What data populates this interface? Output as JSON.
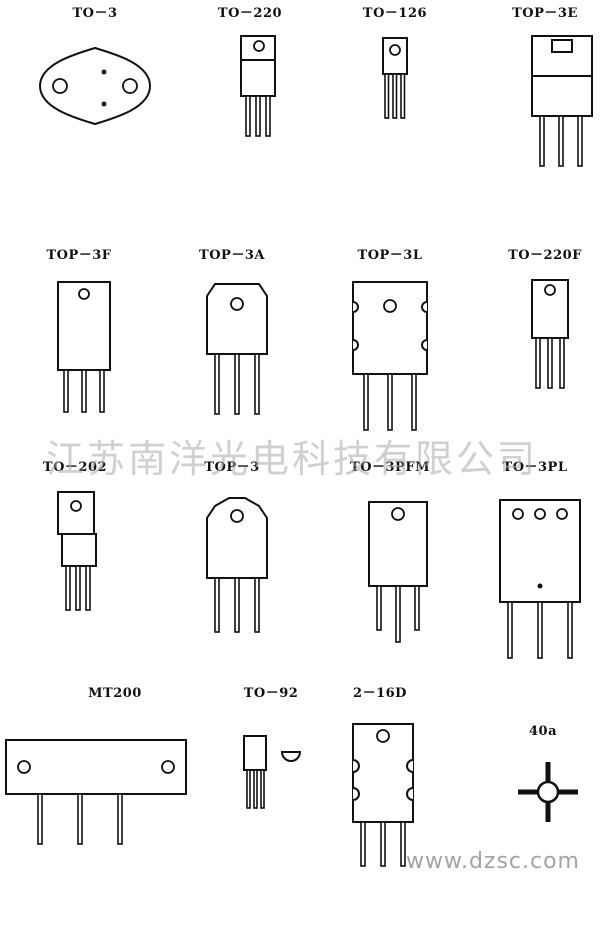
{
  "packages": [
    {
      "id": "to-3",
      "label": "TO－3"
    },
    {
      "id": "to-220",
      "label": "TO－220"
    },
    {
      "id": "to-126",
      "label": "TO－126"
    },
    {
      "id": "top-3e",
      "label": "TOP－3E"
    },
    {
      "id": "top-3f",
      "label": "TOP－3F"
    },
    {
      "id": "top-3a",
      "label": "TOP－3A"
    },
    {
      "id": "top-3l",
      "label": "TOP－3L"
    },
    {
      "id": "to-220f",
      "label": "TO－220F"
    },
    {
      "id": "to-202",
      "label": "TO－202"
    },
    {
      "id": "top-3",
      "label": "TOP－3"
    },
    {
      "id": "to-3pfm",
      "label": "TO－3PFM"
    },
    {
      "id": "to-3pl",
      "label": "TO－3PL"
    },
    {
      "id": "mt200",
      "label": "MT200"
    },
    {
      "id": "to-92",
      "label": "TO－92"
    },
    {
      "id": "2-16d",
      "label": "2－16D"
    },
    {
      "id": "40a",
      "label": "40a"
    }
  ],
  "watermark": "江苏南洋光电科技有限公司",
  "site": "www.dzsc.com"
}
